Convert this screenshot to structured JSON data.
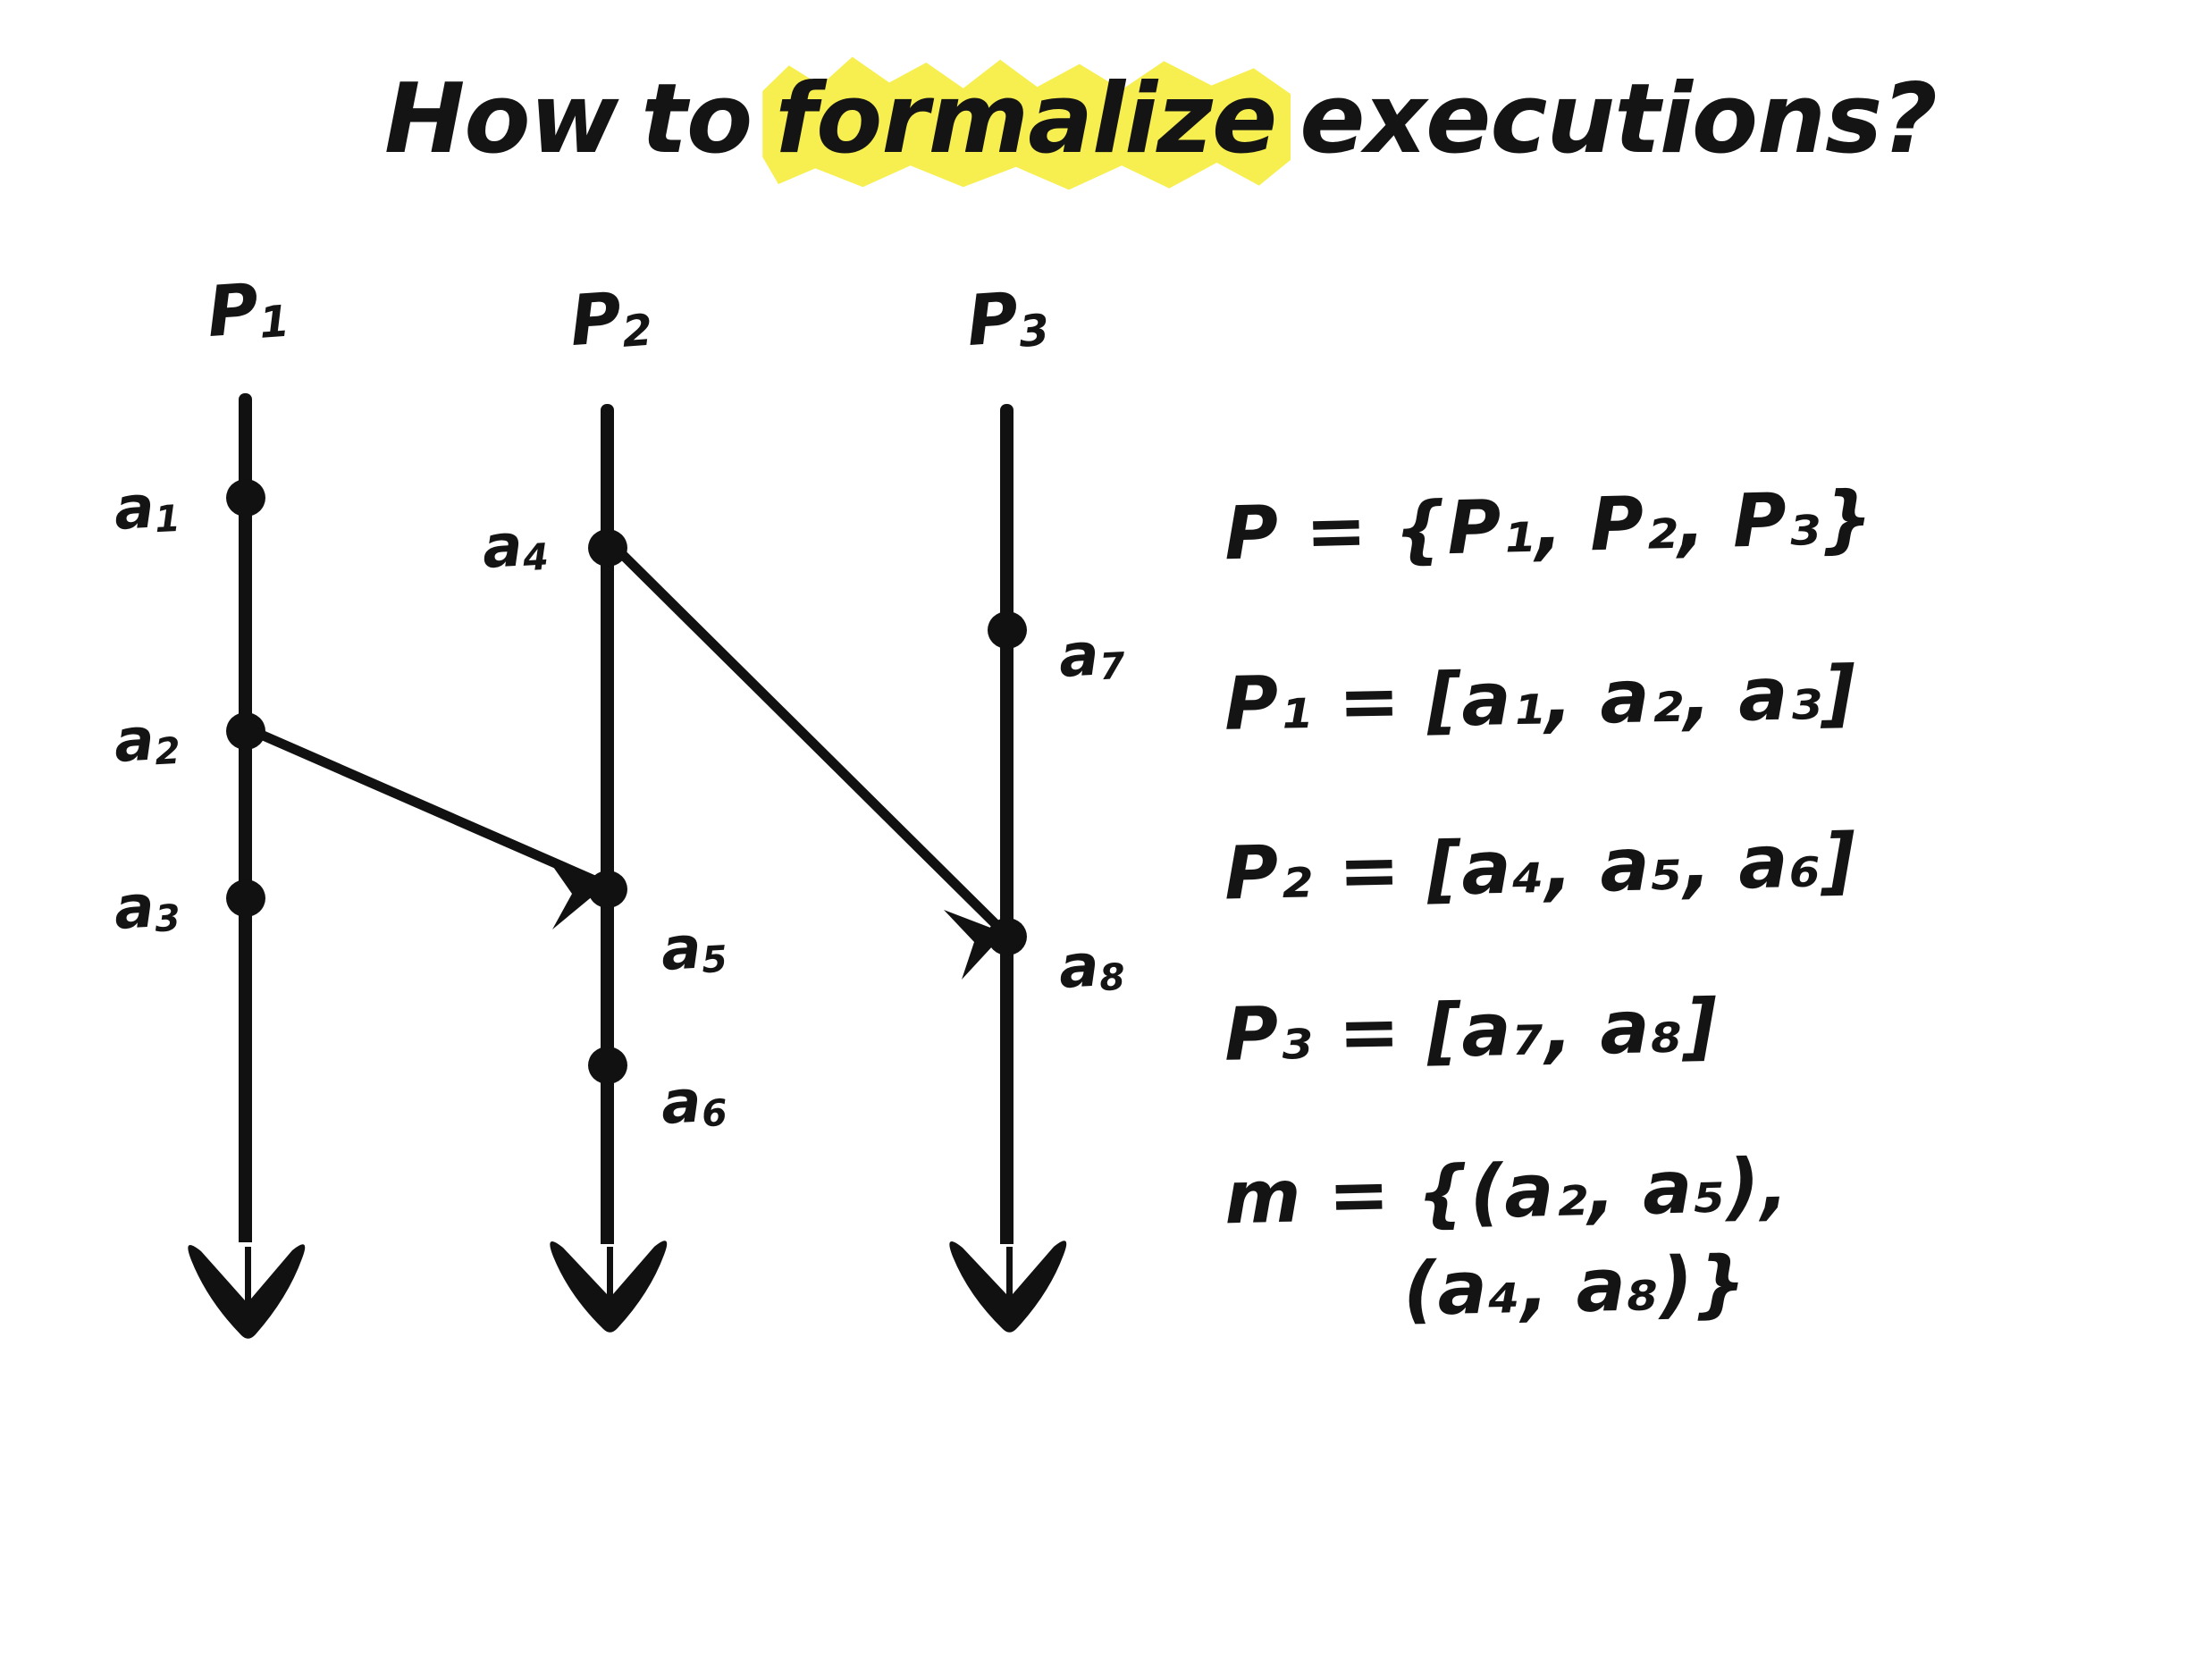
{
  "title": {
    "word1": "How",
    "word2": "to",
    "highlighted": "formalize",
    "word3": "executions?",
    "highlight_color": "#F6EF4F",
    "ink_color": "#141414"
  },
  "diagram": {
    "processes": [
      {
        "id": "P1",
        "label": "P",
        "sub": "1"
      },
      {
        "id": "P2",
        "label": "P",
        "sub": "2"
      },
      {
        "id": "P3",
        "label": "P",
        "sub": "3"
      }
    ],
    "events": [
      {
        "id": "a1",
        "label": "a",
        "sub": "1",
        "process": "P1"
      },
      {
        "id": "a2",
        "label": "a",
        "sub": "2",
        "process": "P1"
      },
      {
        "id": "a3",
        "label": "a",
        "sub": "3",
        "process": "P1"
      },
      {
        "id": "a4",
        "label": "a",
        "sub": "4",
        "process": "P2"
      },
      {
        "id": "a5",
        "label": "a",
        "sub": "5",
        "process": "P2"
      },
      {
        "id": "a6",
        "label": "a",
        "sub": "6",
        "process": "P2"
      },
      {
        "id": "a7",
        "label": "a",
        "sub": "7",
        "process": "P3"
      },
      {
        "id": "a8",
        "label": "a",
        "sub": "8",
        "process": "P3"
      }
    ],
    "messages": [
      {
        "from": "a2",
        "to": "a5"
      },
      {
        "from": "a4",
        "to": "a8"
      }
    ]
  },
  "formulas": {
    "set_of_processes": "P = {P₁, P₂, P₃}",
    "p1_sequence": "P₁ = [a₁, a₂, a₃]",
    "p2_sequence": "P₂ = [a₄, a₅, a₆]",
    "p3_sequence": "P₃ = [a₇, a₈]",
    "messages_line1": "m = {(a₂, a₅),",
    "messages_line2": "(a₄, a₈)}"
  }
}
